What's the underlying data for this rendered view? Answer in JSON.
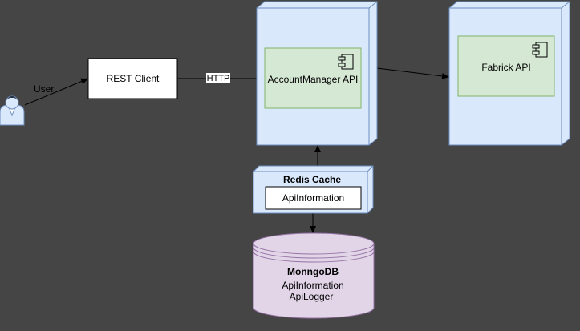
{
  "actor": {
    "label": "User",
    "icon": "user-icon"
  },
  "rest_client": {
    "label": "REST Client"
  },
  "http_edge": {
    "label": "HTTP"
  },
  "account_manager": {
    "label": "AccountManager API",
    "icon": "component-icon"
  },
  "fabrick": {
    "label": "Fabrick API",
    "icon": "component-icon"
  },
  "redis": {
    "title": "Redis Cache",
    "item": "ApiInformation"
  },
  "mongodb": {
    "title": "MonngoDB",
    "line1": "ApiInformation",
    "line2": "ApiLogger"
  },
  "colors": {
    "background": "#454545",
    "node_fill": "#dae8fc",
    "node_stroke": "#6c8ebf",
    "component_fill": "#d5e8d4",
    "component_stroke": "#82b366",
    "db_fill": "#e1d5e7",
    "db_stroke": "#9673a6",
    "edge": "#000000"
  }
}
